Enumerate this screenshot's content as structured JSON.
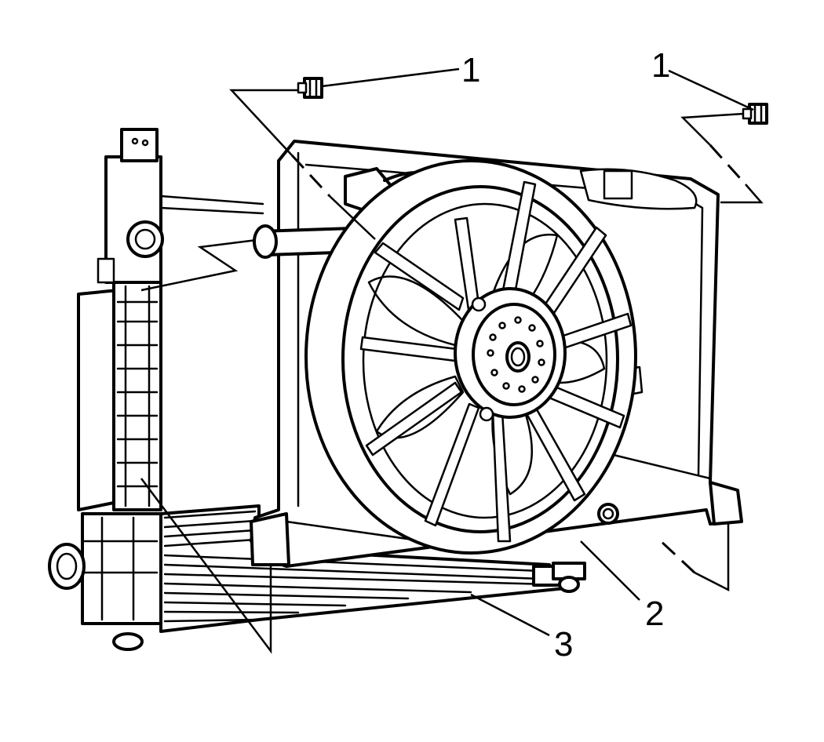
{
  "diagram": {
    "callouts": [
      {
        "id": "bolt-left",
        "label": "1"
      },
      {
        "id": "bolt-right",
        "label": "1"
      },
      {
        "id": "fan-shroud",
        "label": "2"
      },
      {
        "id": "radiator",
        "label": "3"
      }
    ],
    "colors": {
      "line": "#000000",
      "background": "#ffffff"
    }
  }
}
